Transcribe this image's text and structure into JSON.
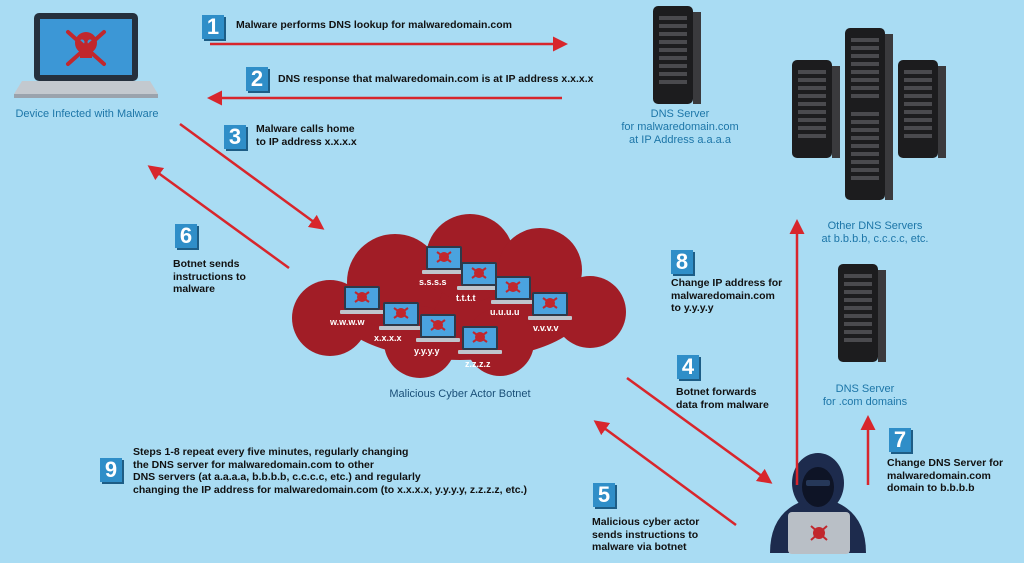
{
  "colors": {
    "background": "#a9dcf3",
    "arrow": "#d8262c",
    "cloud": "#a11d26",
    "number_box": "#2f8ec8",
    "caption": "#1d76a8"
  },
  "device_label": "Device Infected with Malware",
  "dns_server_label": "DNS Server\nfor malwaredomain.com\nat IP Address a.a.a.a",
  "other_servers_label": "Other DNS Servers\nat b.b.b.b, c.c.c.c, etc.",
  "com_server_label": "DNS Server\nfor .com domains",
  "botnet_label": "Malicious Cyber Actor Botnet",
  "botnet_ips": [
    "s.s.s.s",
    "t.t.t.t",
    "u.u.u.u",
    "v.v.v.v",
    "w.w.w.w",
    "x.x.x.x",
    "y.y.y.y",
    "z.z.z.z"
  ],
  "steps": [
    {
      "number": "1",
      "text": "Malware performs DNS lookup for malwaredomain.com"
    },
    {
      "number": "2",
      "text": "DNS response that malwaredomain.com is at IP address x.x.x.x"
    },
    {
      "number": "3",
      "text": "Malware calls home\nto IP address x.x.x.x"
    },
    {
      "number": "4",
      "text": "Botnet forwards\ndata from malware"
    },
    {
      "number": "5",
      "text": "Malicious cyber actor\nsends instructions to\nmalware via botnet"
    },
    {
      "number": "6",
      "text": "Botnet sends\ninstructions to\nmalware"
    },
    {
      "number": "7",
      "text": "Change DNS Server for\nmalwaredomain.com\ndomain to b.b.b.b"
    },
    {
      "number": "8",
      "text": "Change IP address for\nmalwaredomain.com\nto y.y.y.y"
    },
    {
      "number": "9",
      "text": "Steps 1-8 repeat every five minutes, regularly changing\nthe DNS server for malwaredomain.com to other\nDNS servers (at a.a.a.a, b.b.b.b, c.c.c.c, etc.) and regularly\nchanging the IP address for malwaredomain.com (to x.x.x.x, y.y.y.y, z.z.z.z, etc.)"
    }
  ]
}
